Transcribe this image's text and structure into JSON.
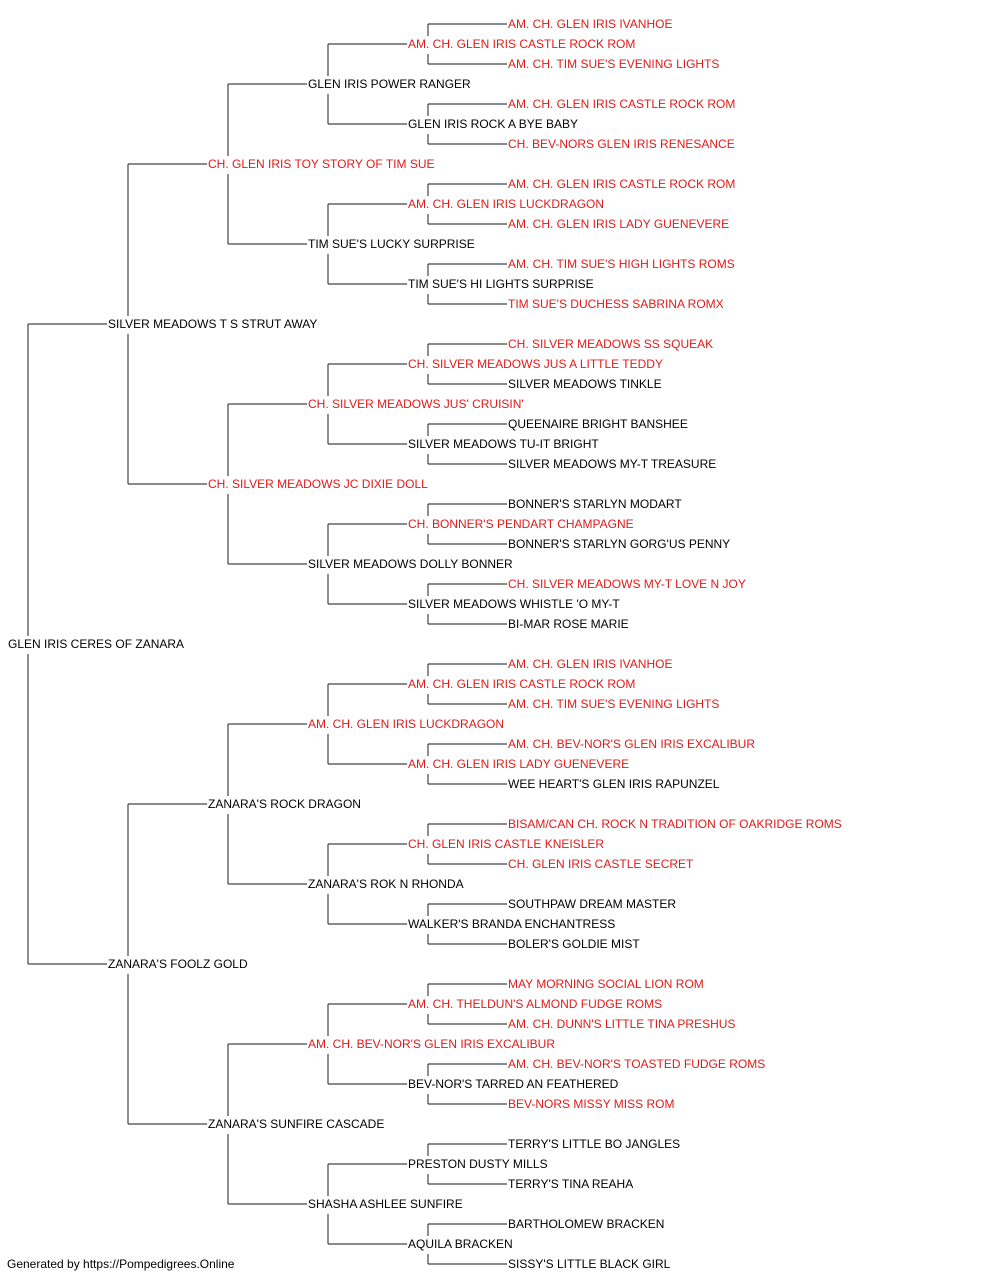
{
  "colors": {
    "champion": "#e01a1a",
    "normal": "#000000",
    "line": "#444444"
  },
  "footer": "Generated by https://Pompedigrees.Online",
  "pedigree": {
    "name": "GLEN IRIS CERES OF ZANARA",
    "champion": false,
    "parents": [
      {
        "name": "SILVER MEADOWS T S STRUT AWAY",
        "champion": false,
        "parents": [
          {
            "name": "CH. GLEN IRIS TOY STORY OF TIM SUE",
            "champion": true,
            "parents": [
              {
                "name": "GLEN IRIS POWER RANGER",
                "champion": false,
                "parents": [
                  {
                    "name": "AM. CH. GLEN IRIS CASTLE ROCK ROM",
                    "champion": true,
                    "parents": [
                      {
                        "name": "AM. CH. GLEN IRIS IVANHOE",
                        "champion": true
                      },
                      {
                        "name": "AM. CH. TIM SUE'S EVENING LIGHTS",
                        "champion": true
                      }
                    ]
                  },
                  {
                    "name": "GLEN IRIS ROCK A BYE BABY",
                    "champion": false,
                    "parents": [
                      {
                        "name": "AM. CH. GLEN IRIS CASTLE ROCK ROM",
                        "champion": true
                      },
                      {
                        "name": "CH. BEV-NORS GLEN IRIS RENESANCE",
                        "champion": true
                      }
                    ]
                  }
                ]
              },
              {
                "name": "TIM SUE'S LUCKY SURPRISE",
                "champion": false,
                "parents": [
                  {
                    "name": "AM. CH. GLEN IRIS LUCKDRAGON",
                    "champion": true,
                    "parents": [
                      {
                        "name": "AM. CH. GLEN IRIS CASTLE ROCK ROM",
                        "champion": true
                      },
                      {
                        "name": "AM. CH. GLEN IRIS LADY GUENEVERE",
                        "champion": true
                      }
                    ]
                  },
                  {
                    "name": "TIM SUE'S HI LIGHTS SURPRISE",
                    "champion": false,
                    "parents": [
                      {
                        "name": "AM. CH. TIM SUE'S HIGH LIGHTS ROMS",
                        "champion": true
                      },
                      {
                        "name": "TIM SUE'S DUCHESS SABRINA ROMX",
                        "champion": true
                      }
                    ]
                  }
                ]
              }
            ]
          },
          {
            "name": "CH. SILVER MEADOWS JC DIXIE DOLL",
            "champion": true,
            "parents": [
              {
                "name": "CH. SILVER MEADOWS JUS' CRUISIN'",
                "champion": true,
                "parents": [
                  {
                    "name": "CH. SILVER MEADOWS JUS A LITTLE TEDDY",
                    "champion": true,
                    "parents": [
                      {
                        "name": "CH. SILVER MEADOWS SS SQUEAK",
                        "champion": true
                      },
                      {
                        "name": "SILVER MEADOWS TINKLE",
                        "champion": false
                      }
                    ]
                  },
                  {
                    "name": "SILVER MEADOWS TU-IT BRIGHT",
                    "champion": false,
                    "parents": [
                      {
                        "name": "QUEENAIRE BRIGHT BANSHEE",
                        "champion": false
                      },
                      {
                        "name": "SILVER MEADOWS MY-T TREASURE",
                        "champion": false
                      }
                    ]
                  }
                ]
              },
              {
                "name": "SILVER MEADOWS DOLLY BONNER",
                "champion": false,
                "parents": [
                  {
                    "name": "CH. BONNER'S PENDART CHAMPAGNE",
                    "champion": true,
                    "parents": [
                      {
                        "name": "BONNER'S STARLYN MODART",
                        "champion": false
                      },
                      {
                        "name": "BONNER'S STARLYN GORG'US PENNY",
                        "champion": false
                      }
                    ]
                  },
                  {
                    "name": "SILVER MEADOWS WHISTLE 'O MY-T",
                    "champion": false,
                    "parents": [
                      {
                        "name": "CH. SILVER MEADOWS MY-T LOVE N JOY",
                        "champion": true
                      },
                      {
                        "name": "BI-MAR ROSE MARIE",
                        "champion": false
                      }
                    ]
                  }
                ]
              }
            ]
          }
        ]
      },
      {
        "name": "ZANARA'S FOOLZ GOLD",
        "champion": false,
        "parents": [
          {
            "name": "ZANARA'S ROCK DRAGON",
            "champion": false,
            "parents": [
              {
                "name": "AM. CH. GLEN IRIS LUCKDRAGON",
                "champion": true,
                "parents": [
                  {
                    "name": "AM. CH. GLEN IRIS CASTLE ROCK ROM",
                    "champion": true,
                    "parents": [
                      {
                        "name": "AM. CH. GLEN IRIS IVANHOE",
                        "champion": true
                      },
                      {
                        "name": "AM. CH. TIM SUE'S EVENING LIGHTS",
                        "champion": true
                      }
                    ]
                  },
                  {
                    "name": "AM. CH. GLEN IRIS LADY GUENEVERE",
                    "champion": true,
                    "parents": [
                      {
                        "name": "AM. CH. BEV-NOR'S GLEN IRIS EXCALIBUR",
                        "champion": true
                      },
                      {
                        "name": "WEE HEART'S GLEN IRIS RAPUNZEL",
                        "champion": false
                      }
                    ]
                  }
                ]
              },
              {
                "name": "ZANARA'S ROK N RHONDA",
                "champion": false,
                "parents": [
                  {
                    "name": "CH. GLEN IRIS CASTLE KNEISLER",
                    "champion": true,
                    "parents": [
                      {
                        "name": "BISAM/CAN CH. ROCK N TRADITION OF OAKRIDGE ROMS",
                        "champion": true
                      },
                      {
                        "name": "CH. GLEN IRIS CASTLE SECRET",
                        "champion": true
                      }
                    ]
                  },
                  {
                    "name": "WALKER'S BRANDA ENCHANTRESS",
                    "champion": false,
                    "parents": [
                      {
                        "name": "SOUTHPAW DREAM MASTER",
                        "champion": false
                      },
                      {
                        "name": "BOLER'S GOLDIE MIST",
                        "champion": false
                      }
                    ]
                  }
                ]
              }
            ]
          },
          {
            "name": "ZANARA'S SUNFIRE CASCADE",
            "champion": false,
            "parents": [
              {
                "name": "AM. CH. BEV-NOR'S GLEN IRIS EXCALIBUR",
                "champion": true,
                "parents": [
                  {
                    "name": "AM. CH. THELDUN'S ALMOND FUDGE ROMS",
                    "champion": true,
                    "parents": [
                      {
                        "name": "MAY MORNING SOCIAL LION ROM",
                        "champion": true
                      },
                      {
                        "name": "AM. CH. DUNN'S LITTLE TINA PRESHUS",
                        "champion": true
                      }
                    ]
                  },
                  {
                    "name": "BEV-NOR'S TARRED AN FEATHERED",
                    "champion": false,
                    "parents": [
                      {
                        "name": "AM. CH. BEV-NOR'S TOASTED FUDGE ROMS",
                        "champion": true
                      },
                      {
                        "name": "BEV-NORS MISSY MISS ROM",
                        "champion": true
                      }
                    ]
                  }
                ]
              },
              {
                "name": "SHASHA ASHLEE SUNFIRE",
                "champion": false,
                "parents": [
                  {
                    "name": "PRESTON DUSTY MILLS",
                    "champion": false,
                    "parents": [
                      {
                        "name": "TERRY'S LITTLE BO JANGLES",
                        "champion": false
                      },
                      {
                        "name": "TERRY'S TINA REAHA",
                        "champion": false
                      }
                    ]
                  },
                  {
                    "name": "AQUILA BRACKEN",
                    "champion": false,
                    "parents": [
                      {
                        "name": "BARTHOLOMEW BRACKEN",
                        "champion": false
                      },
                      {
                        "name": "SISSY'S LITTLE BLACK GIRL",
                        "champion": false
                      }
                    ]
                  }
                ]
              }
            ]
          }
        ]
      }
    ]
  }
}
